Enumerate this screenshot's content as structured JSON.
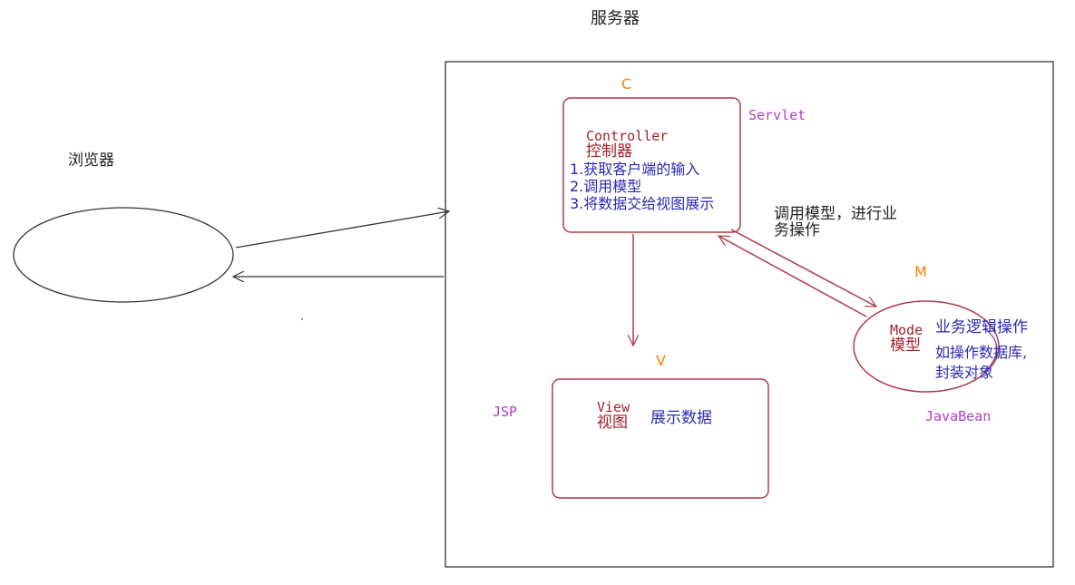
{
  "colors": {
    "box_stroke": "#b03a48",
    "line": "#333333",
    "letter": "#ff7f00",
    "tech": "#b23cc8",
    "dark_red": "#a3202a",
    "blue": "#2a2ab0",
    "text": "#222222"
  },
  "server": {
    "title": "服务器"
  },
  "browser": {
    "label": "浏览器"
  },
  "controller": {
    "letter": "C",
    "tech": "Servlet",
    "name_en": "Controller",
    "name_cn": "控制器",
    "steps": [
      "1.获取客户端的输入",
      "2.调用模型",
      "3.将数据交给视图展示"
    ]
  },
  "view": {
    "letter": "V",
    "tech": "JSP",
    "name_en": "View",
    "name_cn": "视图",
    "desc": "展示数据"
  },
  "model": {
    "letter": "M",
    "tech": "JavaBean",
    "name_en": "Mode",
    "name_cn": "模型",
    "desc_lines": [
      "业务逻辑操作",
      "如操作数据库,",
      "封装对象"
    ]
  },
  "edge_labels": {
    "controller_model": [
      "调用模型，进行业",
      "务操作"
    ]
  }
}
